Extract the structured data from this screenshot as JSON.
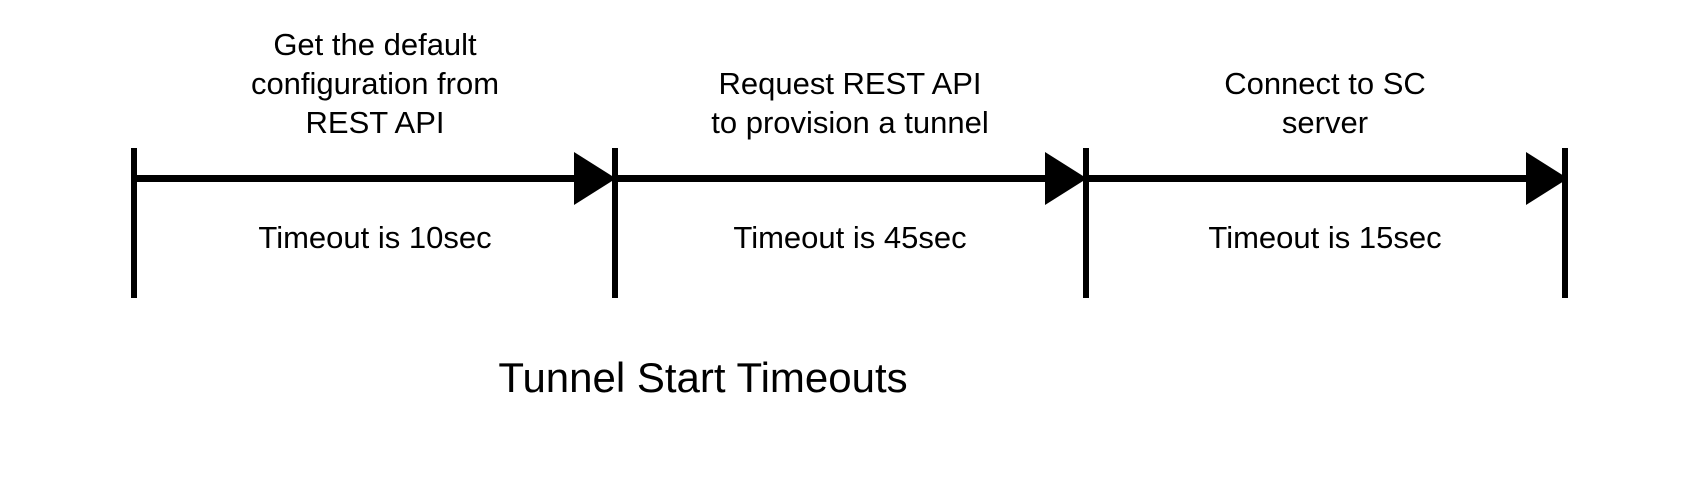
{
  "diagram": {
    "title": "Tunnel Start Timeouts",
    "type": "timeline",
    "background_color": "#ffffff",
    "stroke_color": "#000000",
    "segments": [
      {
        "id": "segment-1",
        "label": "Get the default\nconfiguration from\nREST API",
        "label_lines": [
          "Get the default",
          "configuration from",
          "REST API"
        ],
        "timeout_text": "Timeout is 10sec",
        "timeout_seconds": 10
      },
      {
        "id": "segment-2",
        "label": "Request REST API\nto provision a tunnel",
        "label_lines": [
          "Request REST API",
          "to provision a tunnel"
        ],
        "timeout_text": "Timeout is 45sec",
        "timeout_seconds": 45
      },
      {
        "id": "segment-3",
        "label": "Connect to SC\nserver",
        "label_lines": [
          "Connect to SC",
          "server"
        ],
        "timeout_text": "Timeout is 15sec",
        "timeout_seconds": 15
      }
    ]
  }
}
